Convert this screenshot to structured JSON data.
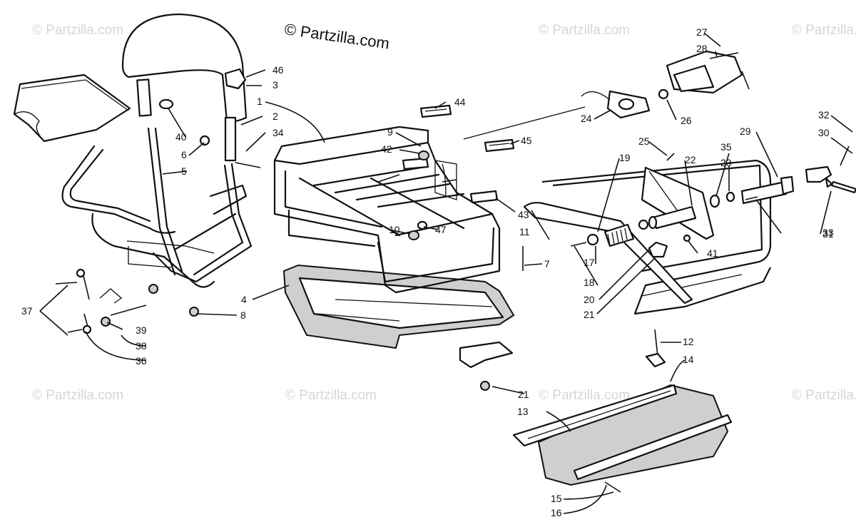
{
  "brand": "© Partzilla.com",
  "watermark": "© Partzilla.com",
  "callouts": [
    {
      "n": "1"
    },
    {
      "n": "2"
    },
    {
      "n": "3"
    },
    {
      "n": "4"
    },
    {
      "n": "5"
    },
    {
      "n": "6"
    },
    {
      "n": "7"
    },
    {
      "n": "8"
    },
    {
      "n": "9"
    },
    {
      "n": "10"
    },
    {
      "n": "11"
    },
    {
      "n": "12"
    },
    {
      "n": "13"
    },
    {
      "n": "14"
    },
    {
      "n": "15"
    },
    {
      "n": "16"
    },
    {
      "n": "17"
    },
    {
      "n": "18"
    },
    {
      "n": "19"
    },
    {
      "n": "20"
    },
    {
      "n": "21"
    },
    {
      "n": "21"
    },
    {
      "n": "22"
    },
    {
      "n": "23"
    },
    {
      "n": "24"
    },
    {
      "n": "25"
    },
    {
      "n": "26"
    },
    {
      "n": "27"
    },
    {
      "n": "28"
    },
    {
      "n": "29"
    },
    {
      "n": "30"
    },
    {
      "n": "31"
    },
    {
      "n": "32"
    },
    {
      "n": "33"
    },
    {
      "n": "34"
    },
    {
      "n": "35"
    },
    {
      "n": "36"
    },
    {
      "n": "37"
    },
    {
      "n": "38"
    },
    {
      "n": "39"
    },
    {
      "n": "40"
    },
    {
      "n": "41"
    },
    {
      "n": "42"
    },
    {
      "n": "43"
    },
    {
      "n": "44"
    },
    {
      "n": "45"
    },
    {
      "n": "46"
    },
    {
      "n": "47"
    }
  ]
}
